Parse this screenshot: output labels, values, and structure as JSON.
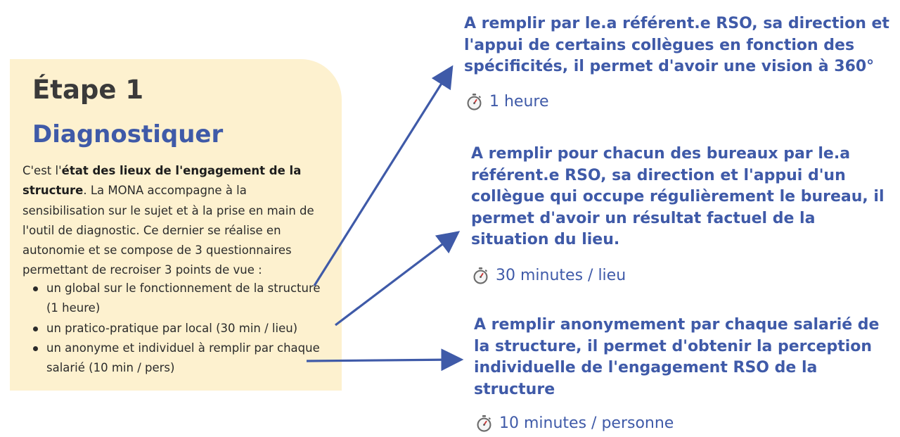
{
  "step": {
    "number": "Étape 1",
    "title": "Diagnostiquer"
  },
  "intro": {
    "part1": "C'est l'",
    "bold": "état des lieux de l'engagement de la structure",
    "part2": ". La MONA accompagne à la sensibilisation sur le sujet et à la prise en main de l'outil de diagnostic. Ce dernier se réalise en autonomie et se compose de 3 questionnaires permettant de recroiser 3 points de vue :"
  },
  "bullets": [
    "un global sur le fonctionnement de la structure (1 heure)",
    "un pratico-pratique par local (30 min / lieu)",
    "un anonyme et individuel à remplir par chaque salarié (10 min / pers)"
  ],
  "questionnaires": [
    {
      "description": "A remplir par le.a référent.e RSO, sa direction et l'appui de certains collègues en fonction des spécificités, il permet d'avoir une vision à 360°",
      "duration": "1 heure"
    },
    {
      "description": "A remplir pour chacun des bureaux par le.a référent.e RSO, sa direction et l'appui d'un collègue qui occupe régulièrement le bureau, il permet d'avoir un résultat factuel de la situation du lieu.",
      "duration": "30 minutes / lieu"
    },
    {
      "description": "A remplir anonymement par chaque salarié de la structure, il permet d'obtenir la perception individuelle de l'engagement RSO de la structure",
      "duration": "10 minutes / personne"
    }
  ],
  "icons": {
    "timer": "stopwatch-icon",
    "arrow": "arrow-right-icon"
  },
  "colors": {
    "card_background": "#fdf1cf",
    "accent_blue": "#3f5aa8",
    "heading_dark": "#3a3a3a",
    "body_text": "#2b2b2b"
  }
}
